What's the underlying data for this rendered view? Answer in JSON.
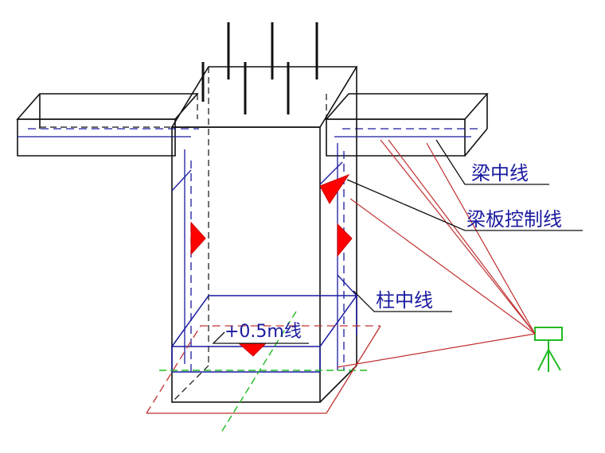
{
  "labels": {
    "beam_center_line": "梁中线",
    "beam_slab_control_line": "梁板控制线",
    "column_center_line": "柱中线",
    "elevation_mark": "+0.5m线"
  },
  "colors": {
    "structure": "#111111",
    "center_line": "#1a1aa0",
    "sight_line": "#c03030",
    "marker": "#ff0000",
    "green_axis": "#22bb22",
    "instrument": "#22bb22"
  },
  "icons": {
    "instrument": "level-instrument-icon",
    "marker": "red-triangle-marker"
  }
}
